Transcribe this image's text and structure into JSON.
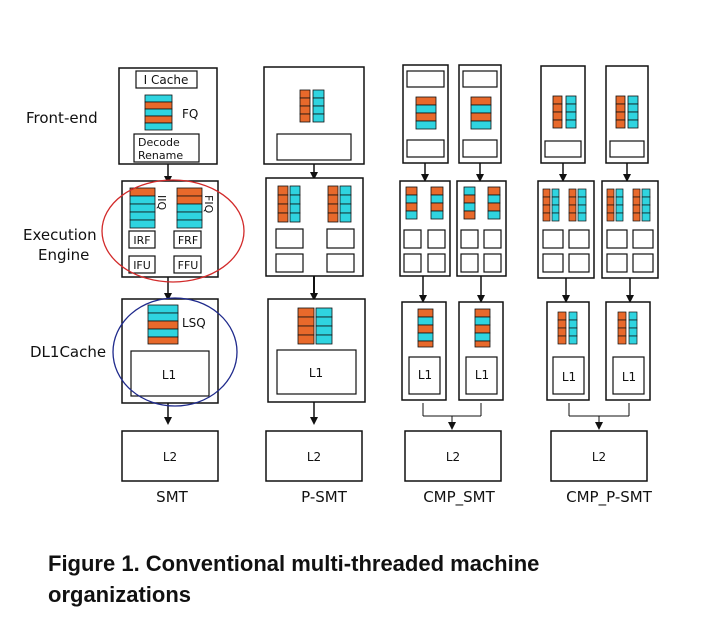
{
  "stage_labels": {
    "front_end": "Front-end",
    "execution_line1": "Execution",
    "execution_line2": "Engine",
    "dl1": "DL1Cache"
  },
  "architectures": {
    "smt": "SMT",
    "psmt": "P-SMT",
    "cmp_smt": "CMP_SMT",
    "cmp_psmt": "CMP_P-SMT"
  },
  "unit_labels": {
    "icache": "I Cache",
    "fq": "FQ",
    "decode": "Decode",
    "rename": "Rename",
    "iiq": "IIQ",
    "fiq": "FIQ",
    "irf": "IRF",
    "frf": "FRF",
    "ifu": "IFU",
    "ffu": "FFU",
    "lsq": "LSQ",
    "l1": "L1",
    "l2": "L2"
  },
  "caption": {
    "line1": "Figure 1. Conventional multi-threaded machine",
    "line2": "organizations"
  },
  "colors": {
    "orange": "#e8692b",
    "cyan": "#2fd4e0",
    "red_ellipse": "#d22a2a",
    "blue_ellipse": "#1f2a8c"
  }
}
